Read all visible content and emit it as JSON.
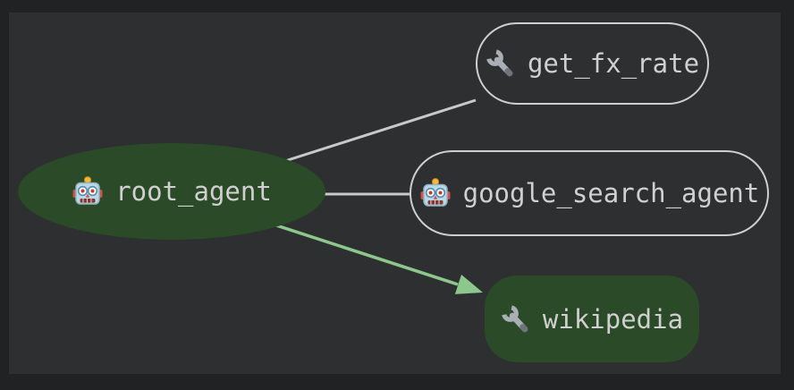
{
  "view": {
    "name": "agent-graph",
    "background_color": "#2d2f31",
    "frame_color": "#212224"
  },
  "graph": {
    "nodes": {
      "root_agent": {
        "label": "root_agent",
        "icon": "robot",
        "kind": "agent",
        "shape": "ellipse",
        "fill": "#2b4a27",
        "text_color": "#d0d0d0"
      },
      "get_fx_rate": {
        "label": "get_fx_rate",
        "icon": "wrench",
        "kind": "tool",
        "shape": "stadium-outline",
        "border_color": "#cfcfcf",
        "text_color": "#d0d0d0"
      },
      "google_search_agent": {
        "label": "google_search_agent",
        "icon": "robot",
        "kind": "agent",
        "shape": "stadium-outline",
        "border_color": "#cfcfcf",
        "text_color": "#d0d0d0"
      },
      "wikipedia": {
        "label": "wikipedia",
        "icon": "wrench",
        "kind": "tool",
        "shape": "stadium-filled",
        "fill": "#2b4a27",
        "text_color": "#d0d0d0"
      }
    },
    "edges": [
      {
        "from": "root_agent",
        "to": "get_fx_rate",
        "style": "line",
        "color": "#c9c9c9"
      },
      {
        "from": "root_agent",
        "to": "google_search_agent",
        "style": "line",
        "color": "#c9c9c9"
      },
      {
        "from": "root_agent",
        "to": "wikipedia",
        "style": "arrow",
        "color": "#8cc88c",
        "highlighted": true
      }
    ]
  }
}
